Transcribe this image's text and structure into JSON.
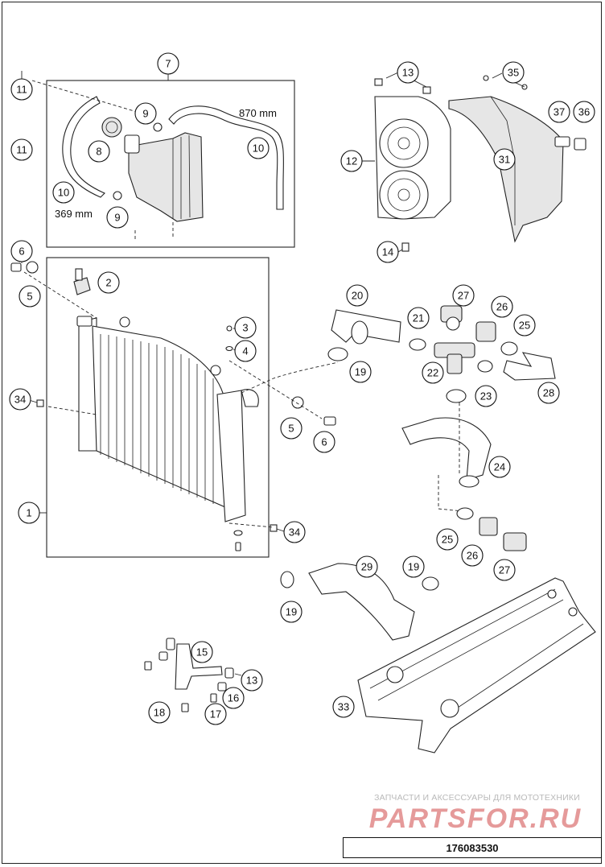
{
  "diagram": {
    "callouts": [
      {
        "num": "7"
      },
      {
        "num": "11"
      },
      {
        "num": "11"
      },
      {
        "num": "9"
      },
      {
        "num": "8"
      },
      {
        "num": "10"
      },
      {
        "num": "10"
      },
      {
        "num": "9"
      },
      {
        "num": "13"
      },
      {
        "num": "35"
      },
      {
        "num": "37"
      },
      {
        "num": "36"
      },
      {
        "num": "12"
      },
      {
        "num": "31"
      },
      {
        "num": "14"
      },
      {
        "num": "6"
      },
      {
        "num": "5"
      },
      {
        "num": "2"
      },
      {
        "num": "3"
      },
      {
        "num": "4"
      },
      {
        "num": "34"
      },
      {
        "num": "5"
      },
      {
        "num": "6"
      },
      {
        "num": "1"
      },
      {
        "num": "34"
      },
      {
        "num": "20"
      },
      {
        "num": "27"
      },
      {
        "num": "21"
      },
      {
        "num": "26"
      },
      {
        "num": "25"
      },
      {
        "num": "19"
      },
      {
        "num": "22"
      },
      {
        "num": "23"
      },
      {
        "num": "28"
      },
      {
        "num": "24"
      },
      {
        "num": "25"
      },
      {
        "num": "26"
      },
      {
        "num": "27"
      },
      {
        "num": "29"
      },
      {
        "num": "19"
      },
      {
        "num": "19"
      },
      {
        "num": "15"
      },
      {
        "num": "13"
      },
      {
        "num": "16"
      },
      {
        "num": "18"
      },
      {
        "num": "17"
      },
      {
        "num": "33"
      }
    ],
    "measurements": {
      "hose_long": "870 mm",
      "hose_short": "369 mm"
    }
  },
  "watermark": {
    "caption": "ЗАПЧАСТИ И АКСЕССУАРЫ ДЛЯ МОТОТЕХНИКИ",
    "brand": "PARTSFOR.RU"
  },
  "drawing_number": "176083530"
}
